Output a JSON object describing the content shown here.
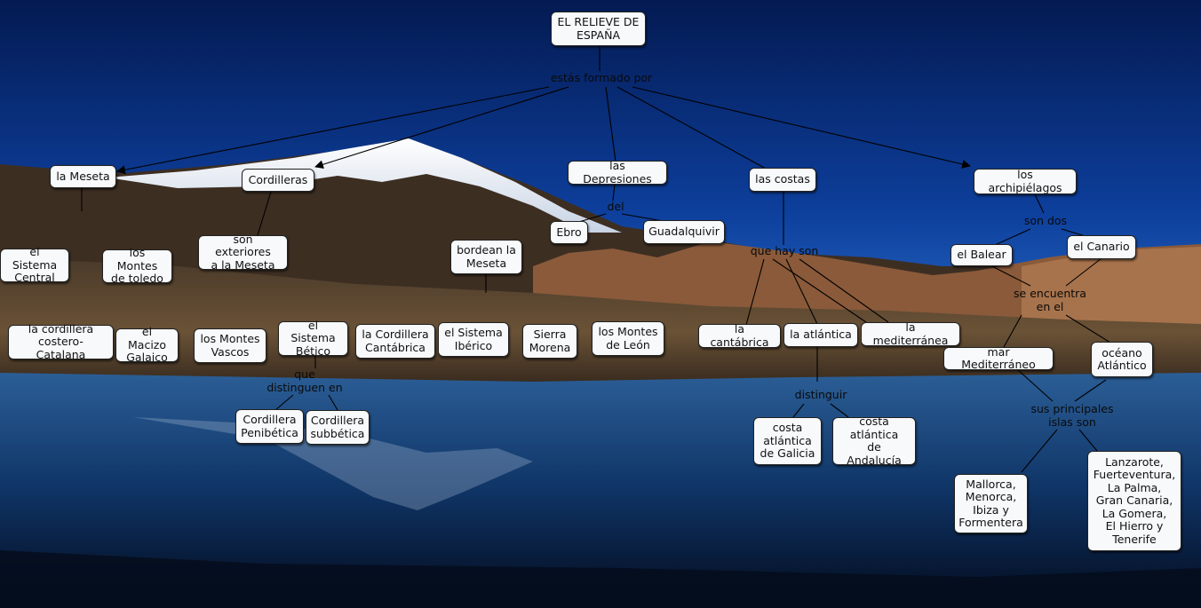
{
  "title": "EL RELIEVE DE ESPAÑA",
  "concepts": {
    "root": "EL RELIEVE DE\nESPAÑA",
    "meseta": "la Meseta",
    "cordilleras": "Cordilleras",
    "depresiones": "las Depresiones",
    "costas": "las costas",
    "archipielagos": "los archipiélagos",
    "sistema_central": "el Sistema\nCentral",
    "montes_toledo": "los Montes\nde toledo",
    "exteriores": "son exteriores\na la Meseta",
    "bordean": "bordean la\nMeseta",
    "ebro": "Ebro",
    "guadalquivir": "Guadalquivir",
    "balear": "el Balear",
    "canario": "el Canario",
    "costero_catalana": "la cordillera\ncostero-Catalana",
    "macizo_galaico": "el Macizo\nGalaico",
    "montes_vascos": "los Montes\nVascos",
    "sistema_betico": "el Sistema\nBético",
    "cantabrica_cord": "la Cordillera\nCantábrica",
    "sistema_iberico": "el Sistema\nIbérico",
    "sierra_morena": "Sierra\nMorena",
    "montes_leon": "los Montes\nde León",
    "la_cantabrica": "la cantábrica",
    "la_atlantica": "la atlántica",
    "la_mediterranea": "la mediterránea",
    "mar_mediterraneo": "mar Mediterráneo",
    "oceano_atlantico": "océano\nAtlántico",
    "penibetica": "Cordillera\nPenibética",
    "subbetica": "Cordillera\nsubbética",
    "costa_galicia": "costa\natlántica\nde Galicia",
    "costa_andalucia": "costa\natlántica\nde Andalucía",
    "baleares": "Mallorca,\nMenorca,\nIbiza y\nFormentera",
    "canarias": "Lanzarote,\nFuerteventura,\nLa Palma,\nGran Canaria,\nLa Gomera,\nEl Hierro y\nTenerife"
  },
  "link_labels": {
    "formado_por": "estás formado por",
    "del": "del",
    "que_hay_son": "que hay son",
    "son_dos": "son dos",
    "se_encuentra": "se encuentra\nen el",
    "que_distinguen": "que\ndistinguen en",
    "distinguir": "distinguir",
    "principales": "sus principales\nislas son"
  },
  "colors": {
    "node_fill": "#f7f9fb",
    "node_border": "#222222",
    "link": "#000000"
  }
}
